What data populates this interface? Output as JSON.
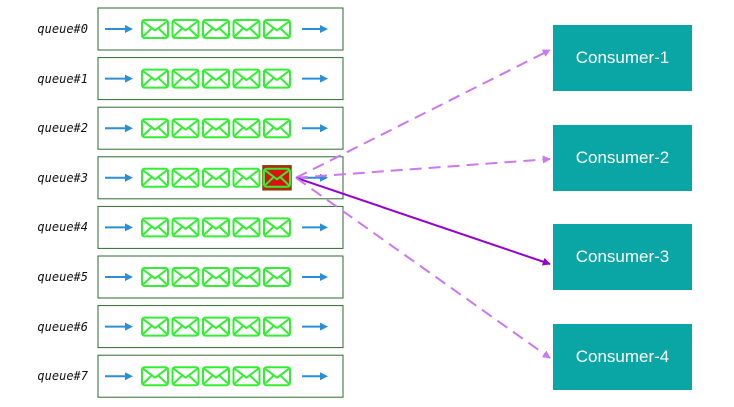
{
  "queues": [
    {
      "label": "queue#0"
    },
    {
      "label": "queue#1"
    },
    {
      "label": "queue#2"
    },
    {
      "label": "queue#3",
      "highlighted_message": 5
    },
    {
      "label": "queue#4"
    },
    {
      "label": "queue#5"
    },
    {
      "label": "queue#6"
    },
    {
      "label": "queue#7"
    }
  ],
  "messages_per_queue": 5,
  "consumers": [
    {
      "label": "Consumer-1",
      "link": "dashed"
    },
    {
      "label": "Consumer-2",
      "link": "dashed"
    },
    {
      "label": "Consumer-3",
      "link": "solid"
    },
    {
      "label": "Consumer-4",
      "link": "dashed"
    }
  ],
  "colors": {
    "queue_border": "#2e6b2e",
    "queue_arrow": "#2a8fd6",
    "envelope": "#33ee33",
    "envelope_highlight_fill": "#dd1111",
    "envelope_highlight_border": "#7a4a00",
    "consumer_fill": "#0aa5a5",
    "consumer_text": "#ffffff",
    "link_dashed": "#cc77f0",
    "link_solid": "#9400d3"
  },
  "icons": {
    "message": "envelope-icon",
    "flow": "arrow-right-icon"
  }
}
